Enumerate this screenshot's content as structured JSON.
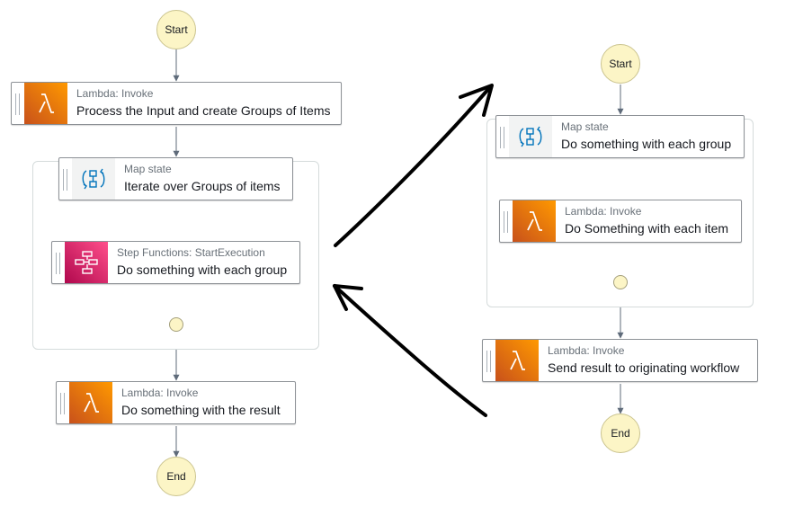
{
  "left_workflow": {
    "start": "Start",
    "process_input": {
      "type": "Lambda: Invoke",
      "label": "Process the Input and create Groups of Items"
    },
    "map_state": {
      "type": "Map state",
      "label": "Iterate over Groups of items"
    },
    "start_execution": {
      "type": "Step Functions: StartExecution",
      "label": "Do something with each group"
    },
    "result": {
      "type": "Lambda: Invoke",
      "label": "Do something with the result"
    },
    "end": "End"
  },
  "right_workflow": {
    "start": "Start",
    "map_state": {
      "type": "Map state",
      "label": "Do something with each group"
    },
    "each_item": {
      "type": "Lambda: Invoke",
      "label": "Do Something with each item"
    },
    "send_result": {
      "type": "Lambda: Invoke",
      "label": "Send result to originating workflow"
    },
    "end": "End"
  },
  "colors": {
    "lambda_orange": "#ff9900",
    "step_functions_pink": "#e7157b",
    "terminal_fill": "#fcf5c6",
    "map_icon_blue": "#0073bb"
  },
  "icons": [
    "lambda-icon",
    "map-state-icon",
    "step-functions-icon"
  ]
}
